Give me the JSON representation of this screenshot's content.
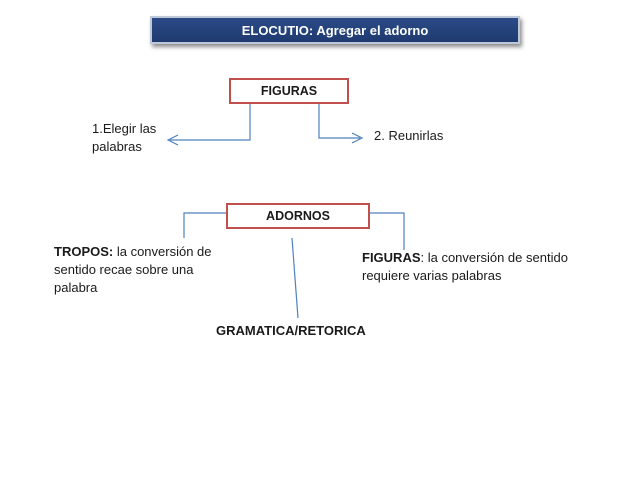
{
  "title": "ELOCUTIO: Agregar el adorno",
  "top_box": "FIGURAS",
  "elegir": "1.Elegir las palabras",
  "reunir": "2. Reunirlas",
  "middle_box": "ADORNOS",
  "tropos": {
    "label": "TROPOS:",
    "text": " la conversión de sentido recae sobre una palabra"
  },
  "figuras": {
    "label": "FIGURAS",
    "text": ": la conversión de sentido requiere varias palabras"
  },
  "gramatica": "GRAMATICA/RETORICA",
  "colors": {
    "title_bg": "#1f3a70",
    "box_border": "#c0504d",
    "connector": "#4f81bd"
  }
}
